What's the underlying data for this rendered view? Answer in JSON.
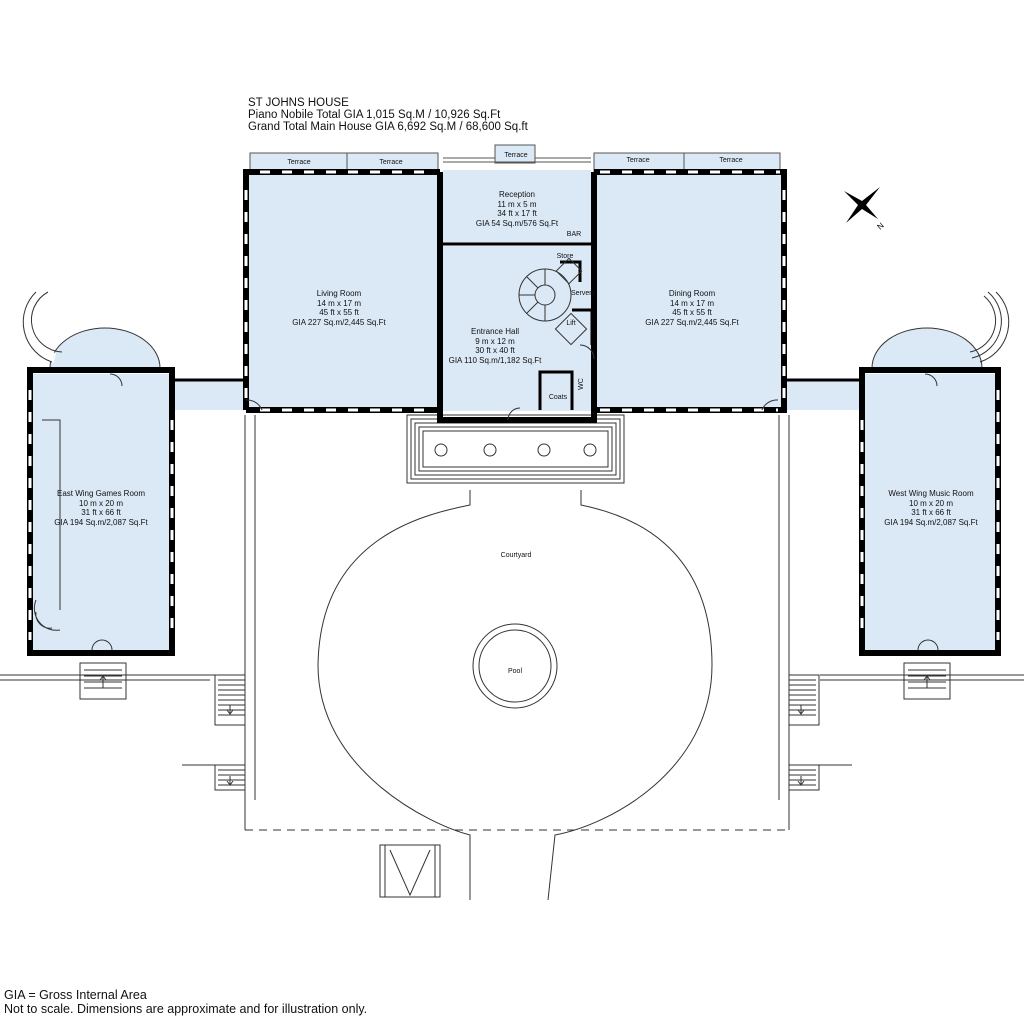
{
  "header": {
    "title": "ST JOHNS HOUSE",
    "line2": "Piano Nobile Total GIA 1,015 Sq.M / 10,926 Sq.Ft",
    "line3": "Grand Total Main House GIA 6,692 Sq.M / 68,600 Sq.ft"
  },
  "footer": {
    "line1": "GIA = Gross Internal Area",
    "line2": "Not to scale. Dimensions are approximate and for illustration only."
  },
  "rooms": {
    "living": {
      "name": "Living Room",
      "dim_m": "14 m x 17 m",
      "dim_ft": "45 ft x 55 ft",
      "gia": "GIA 227 Sq.m/2,445 Sq.Ft"
    },
    "reception": {
      "name": "Reception",
      "dim_m": "11 m x 5 m",
      "dim_ft": "34 ft x 17 ft",
      "gia": "GIA 54 Sq.m/576 Sq.Ft"
    },
    "dining": {
      "name": "Dining Room",
      "dim_m": "14 m x 17 m",
      "dim_ft": "45 ft x 55 ft",
      "gia": "GIA 227 Sq.m/2,445 Sq.Ft"
    },
    "entrance": {
      "name": "Entrance Hall",
      "dim_m": "9 m x 12 m",
      "dim_ft": "30 ft x 40 ft",
      "gia": "GIA 110 Sq.m/1,182 Sq.Ft"
    },
    "east": {
      "name": "East Wing Games Room",
      "dim_m": "10 m x 20 m",
      "dim_ft": "31 ft x 66 ft",
      "gia": "GIA 194 Sq.m/2,087 Sq.Ft"
    },
    "west": {
      "name": "West Wing Music Room",
      "dim_m": "10 m x 20 m",
      "dim_ft": "31 ft x 66 ft",
      "gia": "GIA 194 Sq.m/2,087 Sq.Ft"
    }
  },
  "small_labels": {
    "terrace": "Terrace",
    "bar": "BAR",
    "store": "Store",
    "servery": "Servery",
    "lift": "Lift",
    "coats": "Coats",
    "wc": "WC",
    "courtyard": "Courtyard",
    "pool": "Pool"
  },
  "compass": {
    "letter": "N",
    "icon": "compass-icon"
  },
  "colors": {
    "room_fill": "#dbe8f5",
    "wall": "#000000",
    "line": "#222222"
  }
}
